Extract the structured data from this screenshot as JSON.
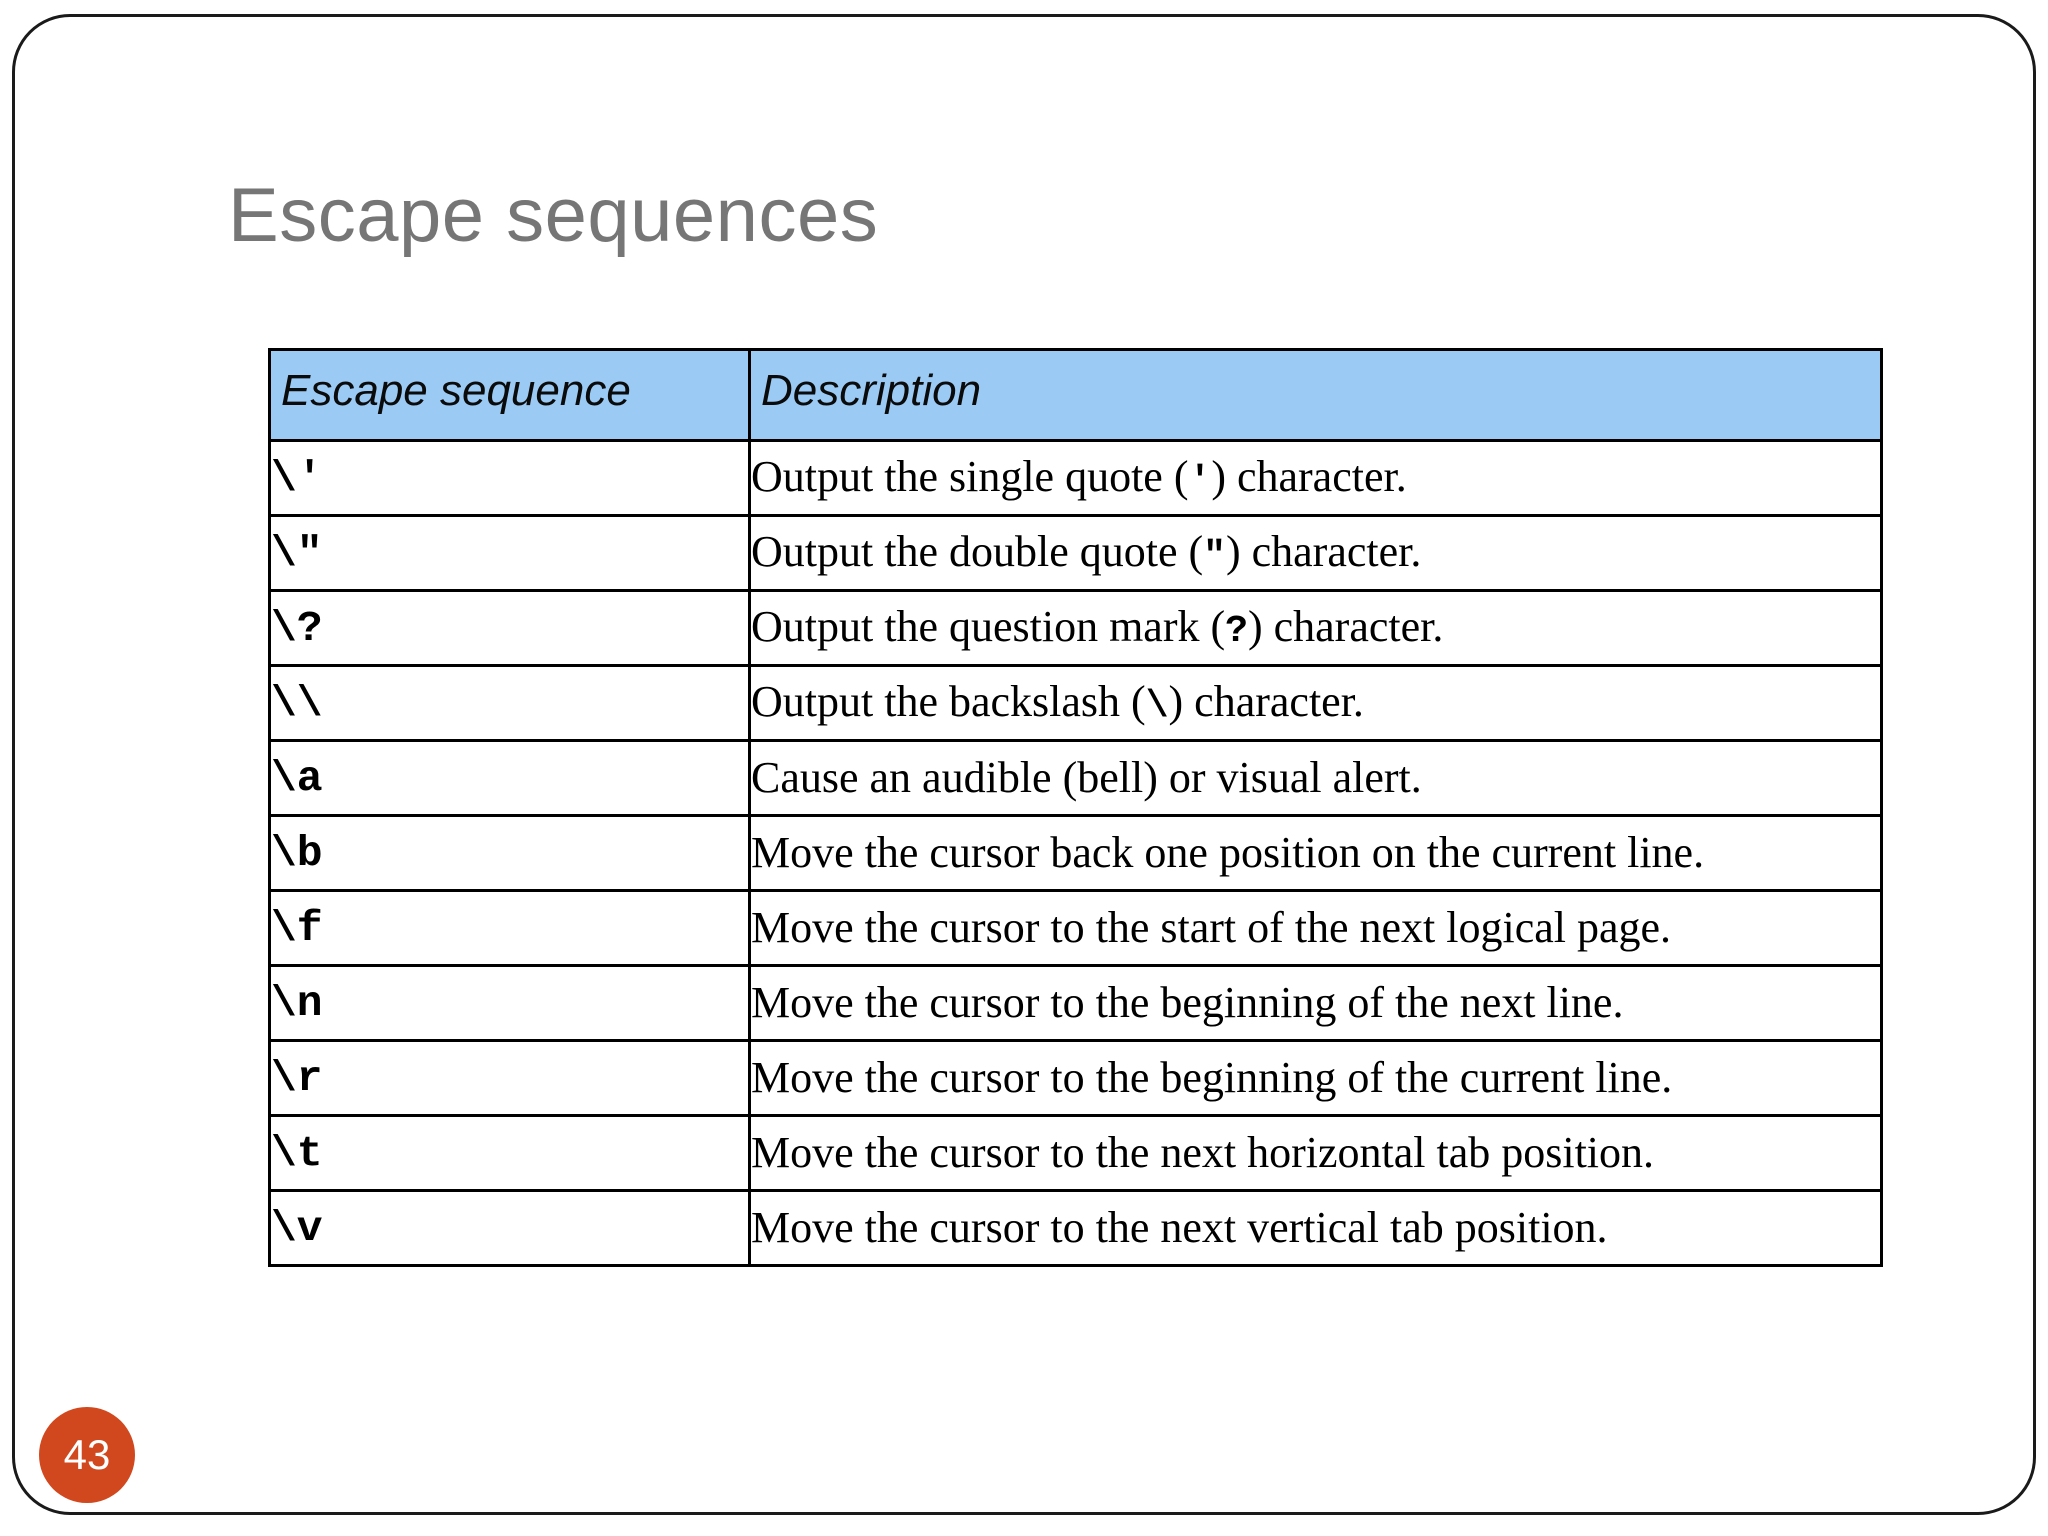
{
  "slide": {
    "title": "Escape sequences",
    "page_number": "43",
    "title_color": "#767676",
    "badge_color": "#D1481E",
    "header_fill": "#9BCBF5",
    "border_color": "#000000"
  },
  "table": {
    "columns": [
      "Escape sequence",
      "Description"
    ],
    "rows": [
      {
        "sequence": "\\'",
        "description_pre": "Output the single quote (",
        "description_mono": "'",
        "description_post": ") character."
      },
      {
        "sequence": "\\\"",
        "description_pre": "Output the double quote (",
        "description_mono": "\"",
        "description_post": ") character."
      },
      {
        "sequence": "\\?",
        "description_pre": "Output the question mark (",
        "description_mono": "?",
        "description_post": ") character."
      },
      {
        "sequence": "\\\\",
        "description_pre": "Output the backslash (",
        "description_mono": "\\",
        "description_post": ") character."
      },
      {
        "sequence": "\\a",
        "description_pre": "Cause an audible (bell) or visual alert.",
        "description_mono": "",
        "description_post": ""
      },
      {
        "sequence": "\\b",
        "description_pre": "Move the cursor back one position on the current line.",
        "description_mono": "",
        "description_post": ""
      },
      {
        "sequence": "\\f",
        "description_pre": "Move the cursor to the start of the next logical page.",
        "description_mono": "",
        "description_post": ""
      },
      {
        "sequence": "\\n",
        "description_pre": "Move the cursor to the beginning of the next line.",
        "description_mono": "",
        "description_post": ""
      },
      {
        "sequence": "\\r",
        "description_pre": "Move the cursor to the beginning of the current line.",
        "description_mono": "",
        "description_post": ""
      },
      {
        "sequence": "\\t",
        "description_pre": "Move the cursor to the next horizontal tab position.",
        "description_mono": "",
        "description_post": ""
      },
      {
        "sequence": "\\v",
        "description_pre": "Move the cursor to the next vertical tab position.",
        "description_mono": "",
        "description_post": ""
      }
    ]
  }
}
